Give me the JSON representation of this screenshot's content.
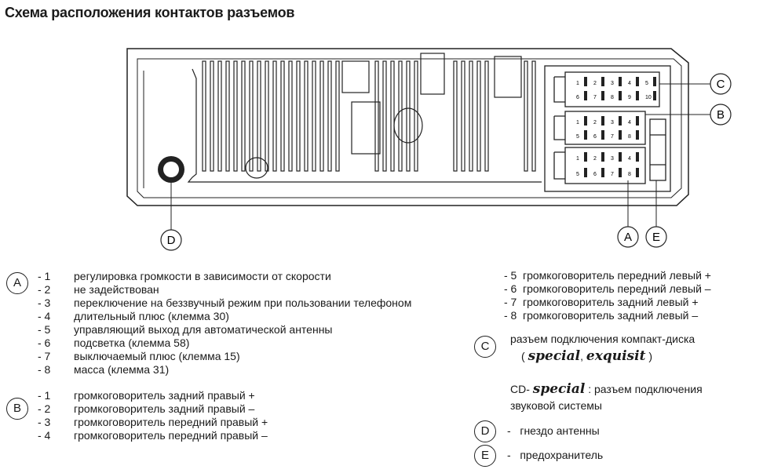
{
  "title": "Схема расположения контактов разъемов",
  "callouts": {
    "A": "A",
    "B": "B",
    "C": "C",
    "D": "D",
    "E": "E"
  },
  "connector_pins": {
    "C": [
      "1",
      "2",
      "3",
      "4",
      "5",
      "6",
      "7",
      "8",
      "9",
      "10"
    ],
    "B": [
      "1",
      "2",
      "3",
      "4",
      "5",
      "6",
      "7",
      "8"
    ],
    "A": [
      "1",
      "2",
      "3",
      "4",
      "5",
      "6",
      "7",
      "8"
    ]
  },
  "legend": {
    "A": {
      "label": "A",
      "items": [
        {
          "num": "- 1",
          "text": "регулировка громкости в зависимости от скорости"
        },
        {
          "num": "- 2",
          "text": "не задействован"
        },
        {
          "num": "- 3",
          "text": "переключение на беззвучный режим при пользовании телефоном"
        },
        {
          "num": "- 4",
          "text": "длительный плюс (клемма 30)"
        },
        {
          "num": "- 5",
          "text": "управляющий выход для автоматической антенны"
        },
        {
          "num": "- 6",
          "text": "подсветка (клемма 58)"
        },
        {
          "num": "- 7",
          "text": "выключаемый плюс (клемма 15)"
        },
        {
          "num": "- 8",
          "text": "масса (клемма 31)"
        }
      ],
      "items_right": [
        {
          "num": "- 5",
          "text": "громкоговоритель передний левый +"
        },
        {
          "num": "- 6",
          "text": "громкоговоритель передний левый –"
        },
        {
          "num": "- 7",
          "text": "громкоговоритель задний левый +"
        },
        {
          "num": "- 8",
          "text": "громкоговоритель задний левый –"
        }
      ]
    },
    "B": {
      "label": "B",
      "items": [
        {
          "num": "- 1",
          "text": "громкоговоритель задний правый +"
        },
        {
          "num": "- 2",
          "text": "громкоговоритель задний правый –"
        },
        {
          "num": "- 3",
          "text": "громкоговоритель передний правый +"
        },
        {
          "num": "- 4",
          "text": "громкоговоритель передний правый –"
        }
      ]
    },
    "C": {
      "label": "C",
      "text": "разъем подключения компакт-диска",
      "paren_open": "(",
      "special": "special",
      "comma": ",",
      "exquisit": "exquisit",
      "paren_close": ")",
      "cd_prefix": "CD-",
      "cd_special": "special",
      "cd_text1": ": разъем подключения",
      "cd_text2": "звуковой системы"
    },
    "D": {
      "label": "D",
      "dash": "-",
      "text": "гнездо антенны"
    },
    "E": {
      "label": "E",
      "dash": "-",
      "text": "предохранитель"
    }
  }
}
